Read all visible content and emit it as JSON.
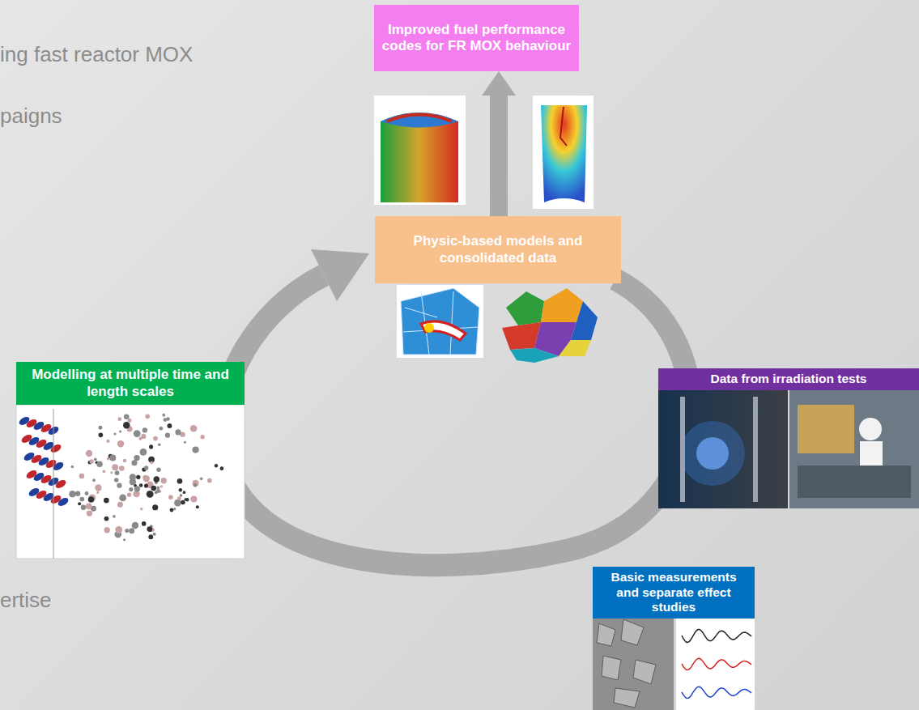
{
  "diagram": {
    "nodes": [
      {
        "text": [
          "Improved fuel performance codes for FR MOX behaviour"
        ]
      },
      {
        "text": [
          "Physic-based models and consolidated data"
        ]
      },
      {
        "text": [
          "Data from irradiation tests"
        ]
      },
      {
        "text": [
          "Basic measurements and separate effect studies"
        ]
      },
      {
        "text": [
          "Modelling at multiple time and length scales"
        ]
      }
    ],
    "edges": [
      {
        "from": 1,
        "to": 0,
        "arrow": "to"
      }
    ],
    "labels": [
      "ing fast reactor MOX",
      "paigns",
      "ertise"
    ]
  }
}
